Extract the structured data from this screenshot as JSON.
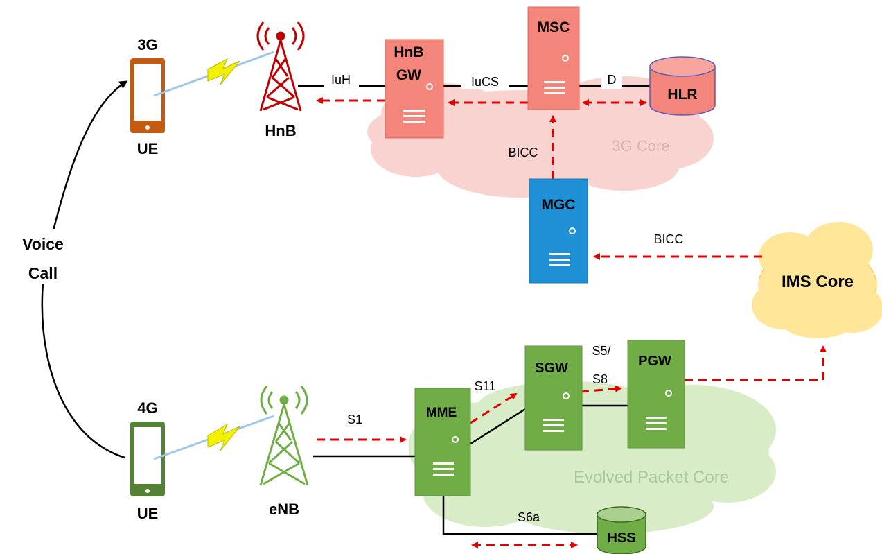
{
  "nodes": {
    "ue_3g": {
      "top_label": "3G",
      "bottom_label": "UE",
      "color": "#c55a11"
    },
    "ue_4g": {
      "top_label": "4G",
      "bottom_label": "UE",
      "color": "#548235"
    },
    "hnb": {
      "label": "HnB",
      "color": "#c00000"
    },
    "enb": {
      "label": "eNB",
      "color": "#70ad47"
    },
    "hnb_gw": {
      "label_line1": "HnB",
      "label_line2": "GW",
      "color": "#f4857a"
    },
    "msc": {
      "label": "MSC",
      "color": "#f4857a"
    },
    "hlr": {
      "label": "HLR",
      "color": "#f4857a"
    },
    "mgc": {
      "label": "MGC",
      "color": "#1f8fd6"
    },
    "mme": {
      "label": "MME",
      "color": "#70ad47"
    },
    "sgw": {
      "label": "SGW",
      "color": "#70ad47"
    },
    "pgw": {
      "label": "PGW",
      "color": "#70ad47"
    },
    "hss": {
      "label": "HSS",
      "color": "#70ad47"
    },
    "ims_core": {
      "label": "IMS Core",
      "color": "#ffe699"
    }
  },
  "clouds": {
    "core_3g": {
      "label": "3G Core",
      "color": "#f8d3d0"
    },
    "epc": {
      "label": "Evolved Packet Core",
      "color": "#d9ecc8"
    }
  },
  "interfaces": {
    "iuh": "IuH",
    "iucs": "IuCS",
    "d": "D",
    "bicc_msc": "BICC",
    "bicc_ims": "BICC",
    "s1": "S1",
    "s11": "S11",
    "s5_line1": "S5/",
    "s5_line2": "S8",
    "s6a": "S6a"
  },
  "voice_call": {
    "line1": "Voice",
    "line2": "Call"
  },
  "colors": {
    "signal_arrow": "#e00000",
    "link": "#000000",
    "bolt": "#f2f200"
  }
}
